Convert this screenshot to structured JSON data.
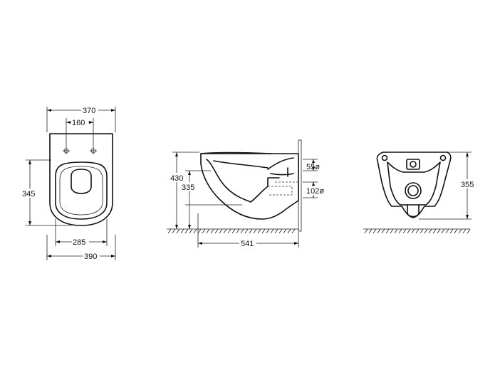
{
  "top_view": {
    "dim_width_top": "370",
    "dim_hole_spacing": "160",
    "dim_height": "345",
    "dim_seat_width": "285",
    "dim_width_bottom": "390"
  },
  "side_view": {
    "dim_total_height": "430",
    "dim_bowl_height": "335",
    "dim_inlet": "55ø",
    "dim_outlet": "102ø",
    "dim_depth": "541"
  },
  "back_view": {
    "dim_height": "355"
  }
}
